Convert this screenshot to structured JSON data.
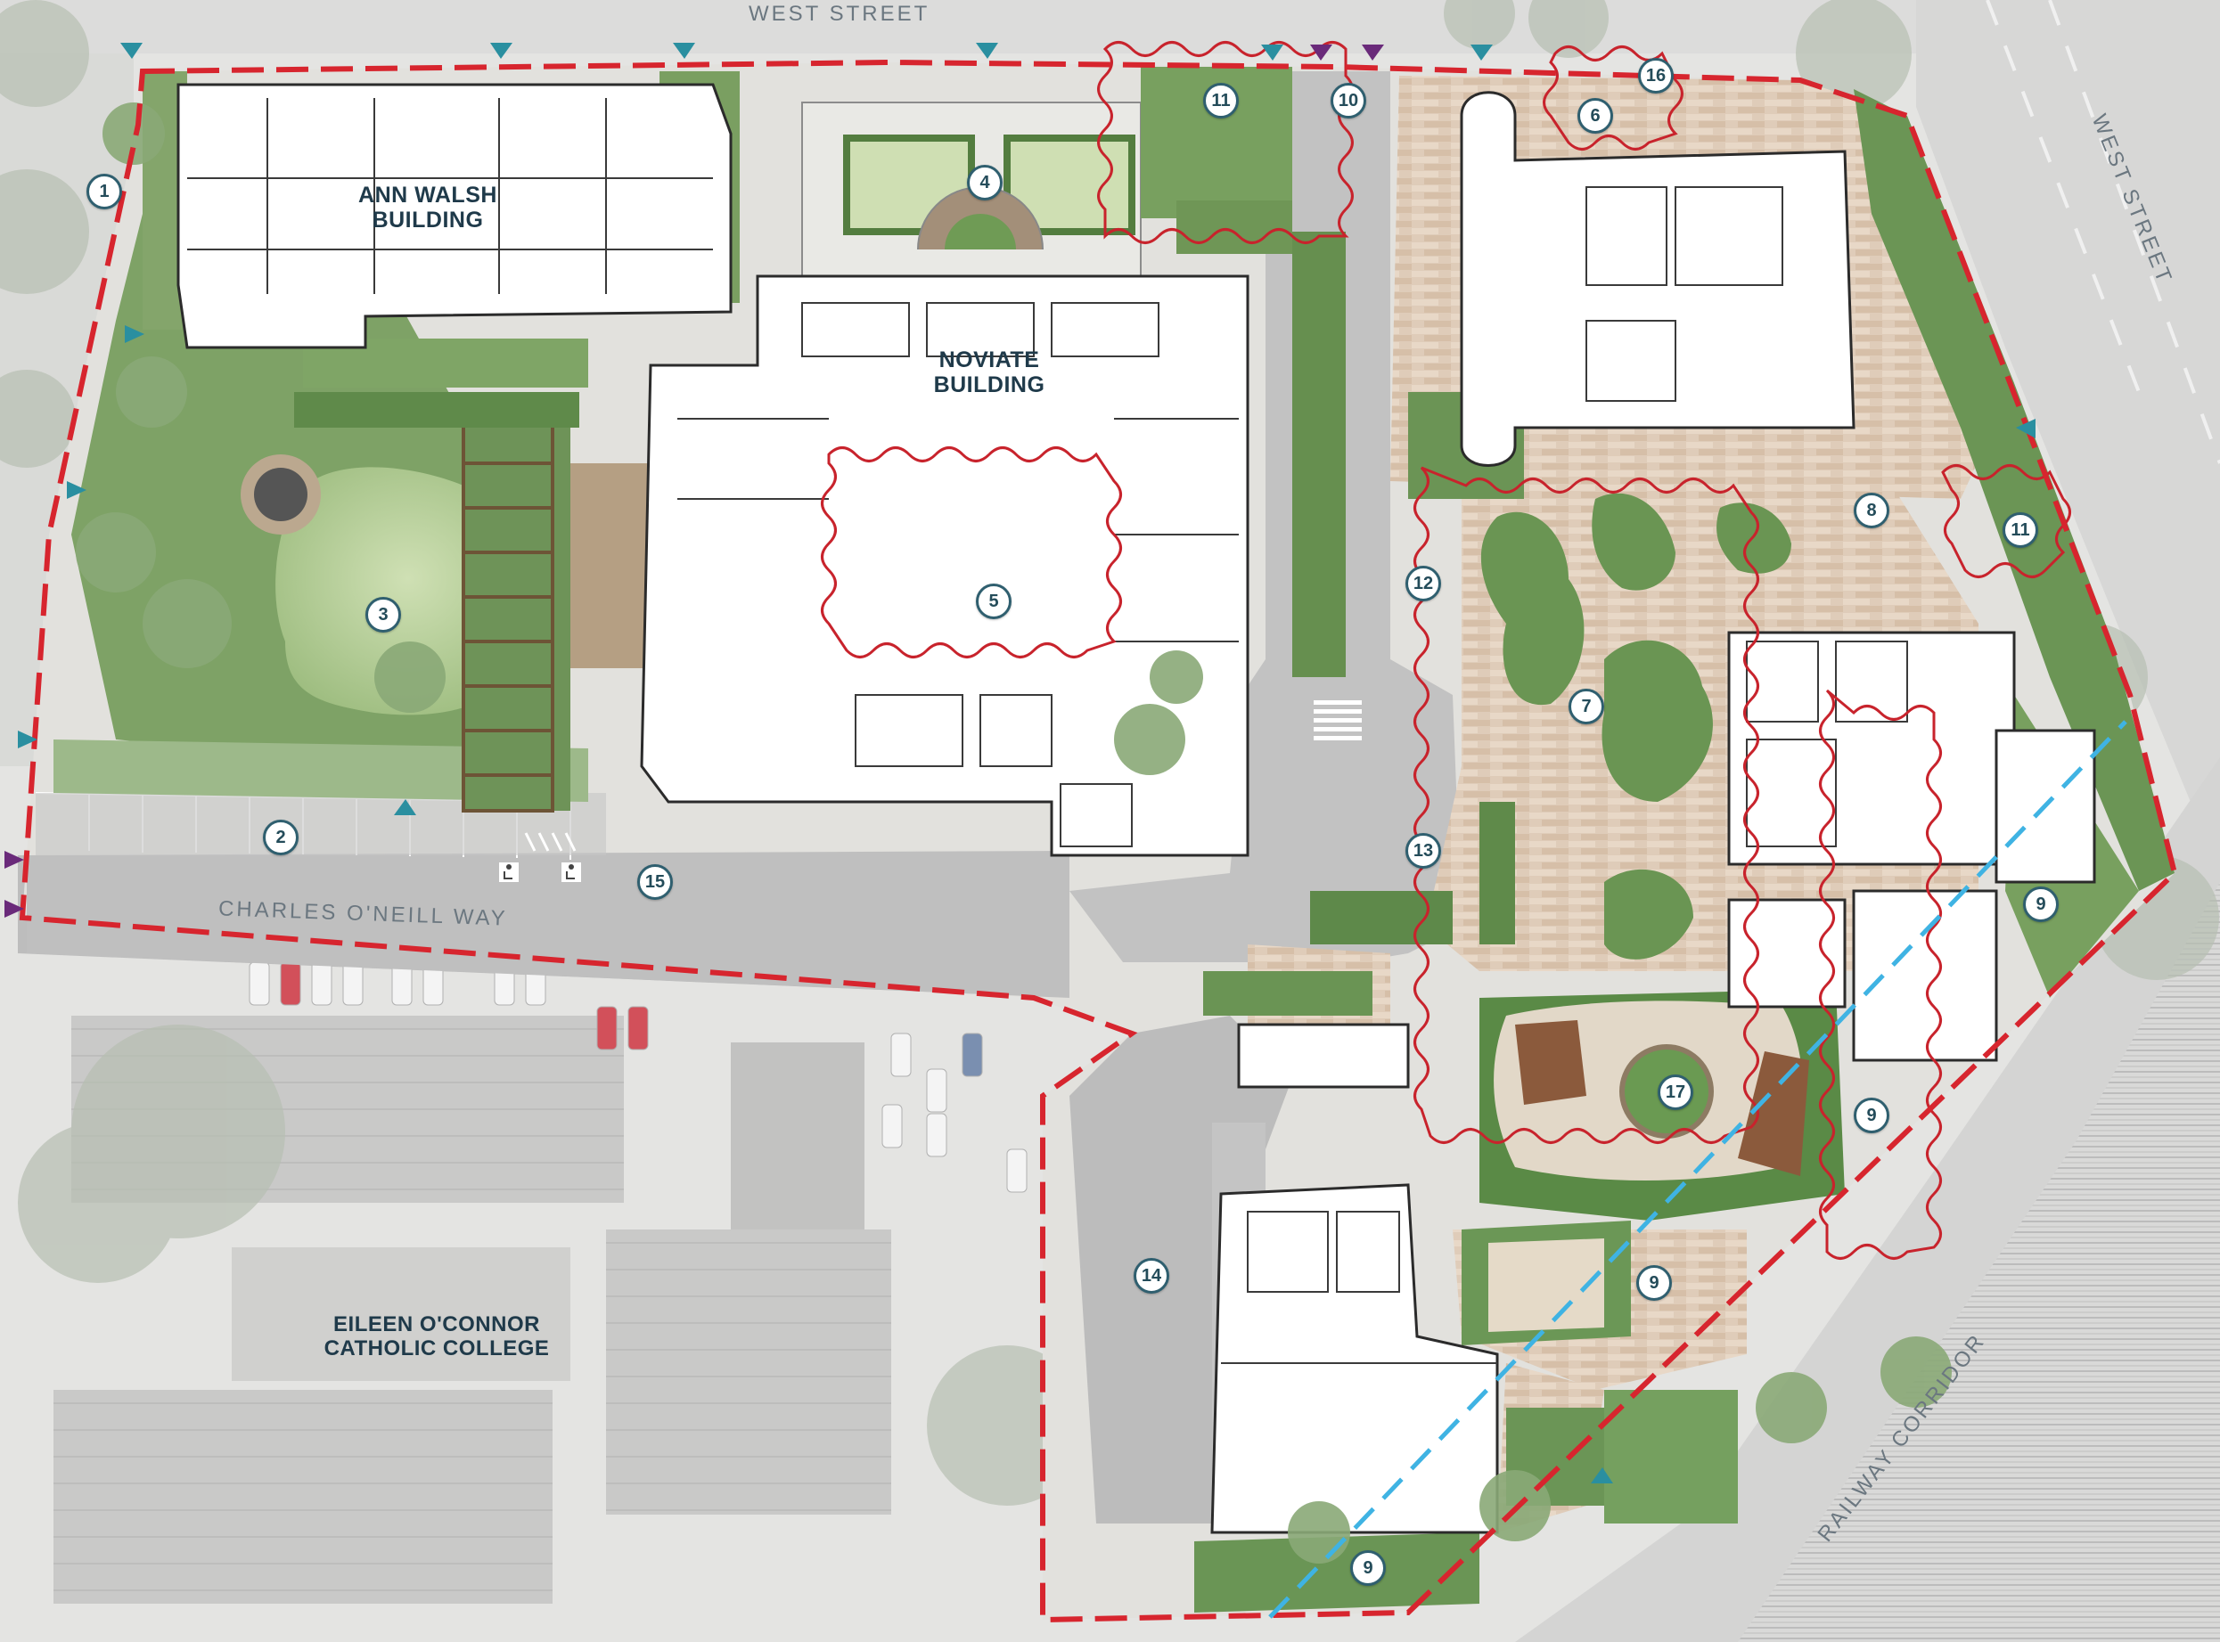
{
  "buildings": {
    "ann_walsh": [
      "ANN WALSH",
      "BUILDING"
    ],
    "noviate": [
      "NOVIATE",
      "BUILDING"
    ],
    "eileen": [
      "EILEEN O'CONNOR",
      "CATHOLIC COLLEGE"
    ]
  },
  "streets": {
    "west_top": "WEST STREET",
    "west_right": "WEST STREET",
    "charles": "CHARLES O'NEILL WAY",
    "railway": "RAILWAY CORRIDOR"
  },
  "markers": [
    "1",
    "2",
    "3",
    "4",
    "5",
    "6",
    "7",
    "8",
    "9",
    "9",
    "9",
    "9",
    "10",
    "11",
    "11",
    "12",
    "13",
    "14",
    "15",
    "16",
    "17"
  ],
  "colors": {
    "site_boundary": "#d7252e",
    "highlight_zone": "#c8232c",
    "rail_line": "#3fb3e3",
    "entry_teal": "#2a8fa0",
    "entry_purple": "#6a2a7a",
    "paving": "#dfcbb8",
    "lawn": "#a9c68f",
    "planting": "#5f8f4b",
    "road": "#bdbdbd",
    "marker_ring": "#2f5f6f"
  },
  "icons": [
    "entry-arrow-icon",
    "vehicle-entry-icon",
    "accessible-parking-icon",
    "tree-icon"
  ]
}
